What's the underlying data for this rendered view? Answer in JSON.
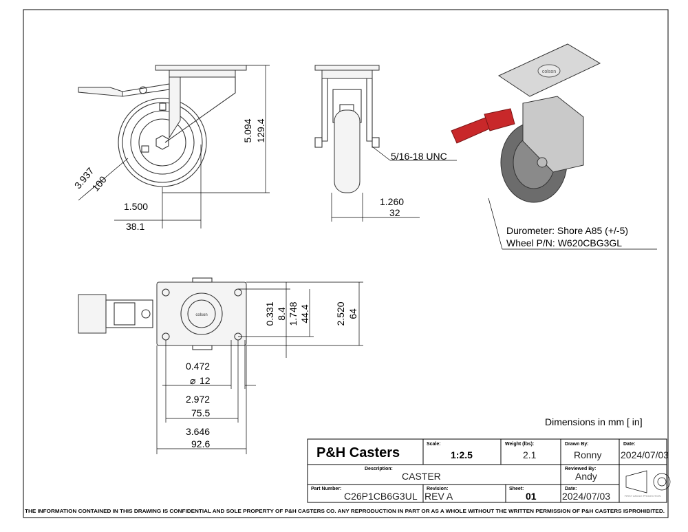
{
  "drawing": {
    "dimensions": {
      "side_height_in": "5.094",
      "side_height_mm": "129.4",
      "wheel_dia_in": "3.937",
      "wheel_dia_mm": "100",
      "offset_in": "1.500",
      "offset_mm": "38.1",
      "thread": "5/16-18 UNC",
      "width_in": "1.260",
      "width_mm": "32",
      "hole_dia_in": "0.472",
      "hole_dia_mm": "12",
      "hole_span_in": "2.972",
      "hole_span_mm": "75.5",
      "plate_len_in": "3.646",
      "plate_len_mm": "92.6",
      "hole_off_in": "0.331",
      "hole_off_mm": "8.4",
      "hole_width_in": "1.748",
      "hole_width_mm": "44.4",
      "plate_width_in": "2.520",
      "plate_width_mm": "64"
    },
    "notes": {
      "durometer": "Durometer: Shore A85 (+/-5)",
      "wheel_pn": "Wheel P/N: W620CBG3GL",
      "units": "Dimensions in mm [ in]",
      "plate_logo": "colson"
    },
    "title_block": {
      "company": "P&H Casters",
      "scale_label": "Scale:",
      "scale": "1:2.5",
      "weight_label": "Weight (lbs):",
      "weight": "2.1",
      "drawn_label": "Drawn By:",
      "drawn": "Ronny",
      "date_label": "Date:",
      "date1": "2024/07/03",
      "desc_label": "Description:",
      "desc": "CASTER",
      "reviewed_label": "Reviewed By:",
      "reviewed": "Andy",
      "part_label": "Part Number:",
      "part": "C26P1CB6G3UL",
      "rev_label": "Revision:",
      "rev": "REV A",
      "sheet_label": "Sheet:",
      "sheet": "01",
      "date2_label": "Date:",
      "date2": "2024/07/03",
      "projection": "FIRST ANGLE PROJECTION"
    },
    "footer": "THE INFORMATION CONTAINED IN THIS DRAWING IS CONFIDENTIAL AND SOLE PROPERTY OF P&H CASTERS CO.  ANY REPRODUCTION IN PART OR AS A WHOLE WITHOUT THE WRITTEN PERMISSION OF P&H CASTERS ISPROHIBITED.",
    "colors": {
      "brake_red": "#c8282a",
      "line": "#000000",
      "tread": "#555555"
    }
  }
}
